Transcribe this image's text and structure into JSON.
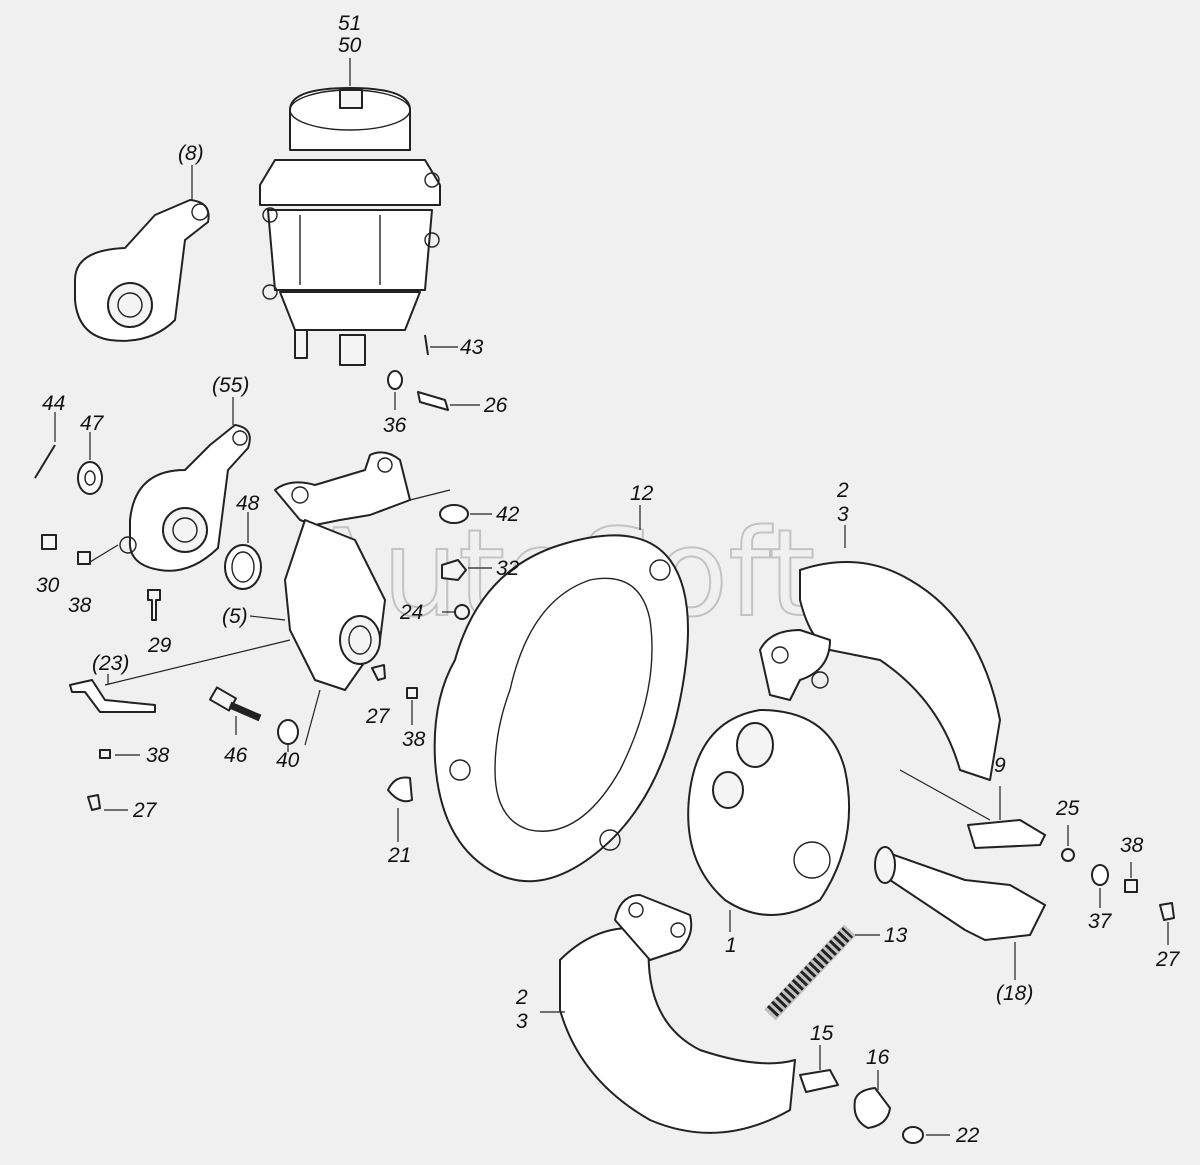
{
  "watermark": "AutoSoft",
  "labels": {
    "l51": "51",
    "l50": "50",
    "l8": "(8)",
    "l43": "43",
    "l26": "26",
    "l36": "36",
    "l55": "(55)",
    "l44": "44",
    "l47": "47",
    "l48": "48",
    "l42": "42",
    "l32": "32",
    "l24": "24",
    "l30": "30",
    "l38a": "38",
    "l29": "29",
    "l5": "(5)",
    "l23": "(23)",
    "l27a": "27",
    "l38b": "38",
    "l46": "46",
    "l40": "40",
    "l38c": "38",
    "l27b": "27",
    "l21": "21",
    "l12": "12",
    "l2a": "2",
    "l3a": "3",
    "l9": "9",
    "l25": "25",
    "l38d": "38",
    "l37": "37",
    "l27c": "27",
    "l1": "1",
    "l13": "13",
    "l18": "(18)",
    "l2b": "2",
    "l3b": "3",
    "l15": "15",
    "l16": "16",
    "l22": "22"
  }
}
